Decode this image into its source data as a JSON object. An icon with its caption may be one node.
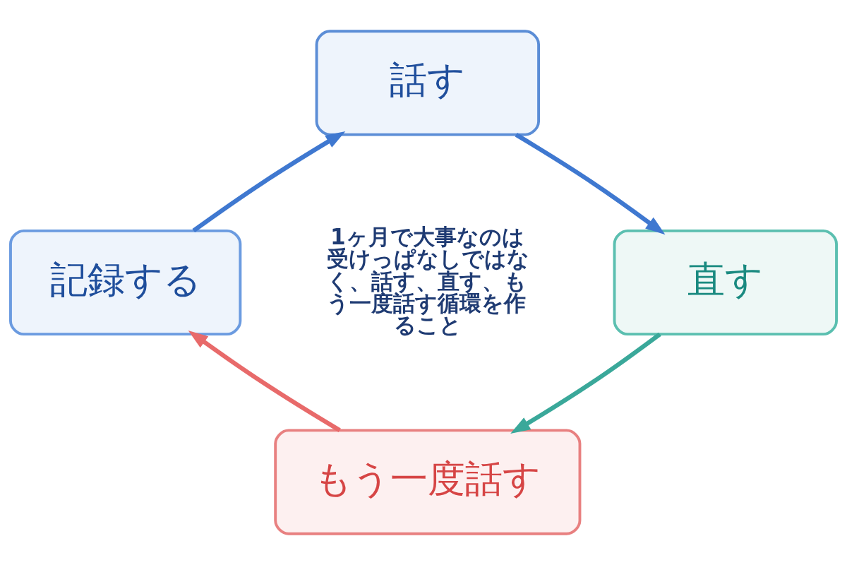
{
  "diagram": {
    "nodes": [
      {
        "text": [
          "話す"
        ]
      },
      {
        "text": [
          "直す"
        ]
      },
      {
        "text": [
          "もう一度話す"
        ]
      },
      {
        "text": [
          "記録する"
        ]
      }
    ],
    "edges": [
      {
        "from": 0,
        "to": 1,
        "arrow": "to"
      },
      {
        "from": 1,
        "to": 2,
        "arrow": "to",
        "color": "#3aa89a"
      },
      {
        "from": 2,
        "to": 3,
        "arrow": "to",
        "color": "#e86a6a"
      },
      {
        "from": 3,
        "to": 0,
        "arrow": "to"
      }
    ],
    "labels": [
      "1ヶ月で大事なのは受けっぱなしではなく、話す、直す、もう一度話す循環を作ること"
    ]
  }
}
